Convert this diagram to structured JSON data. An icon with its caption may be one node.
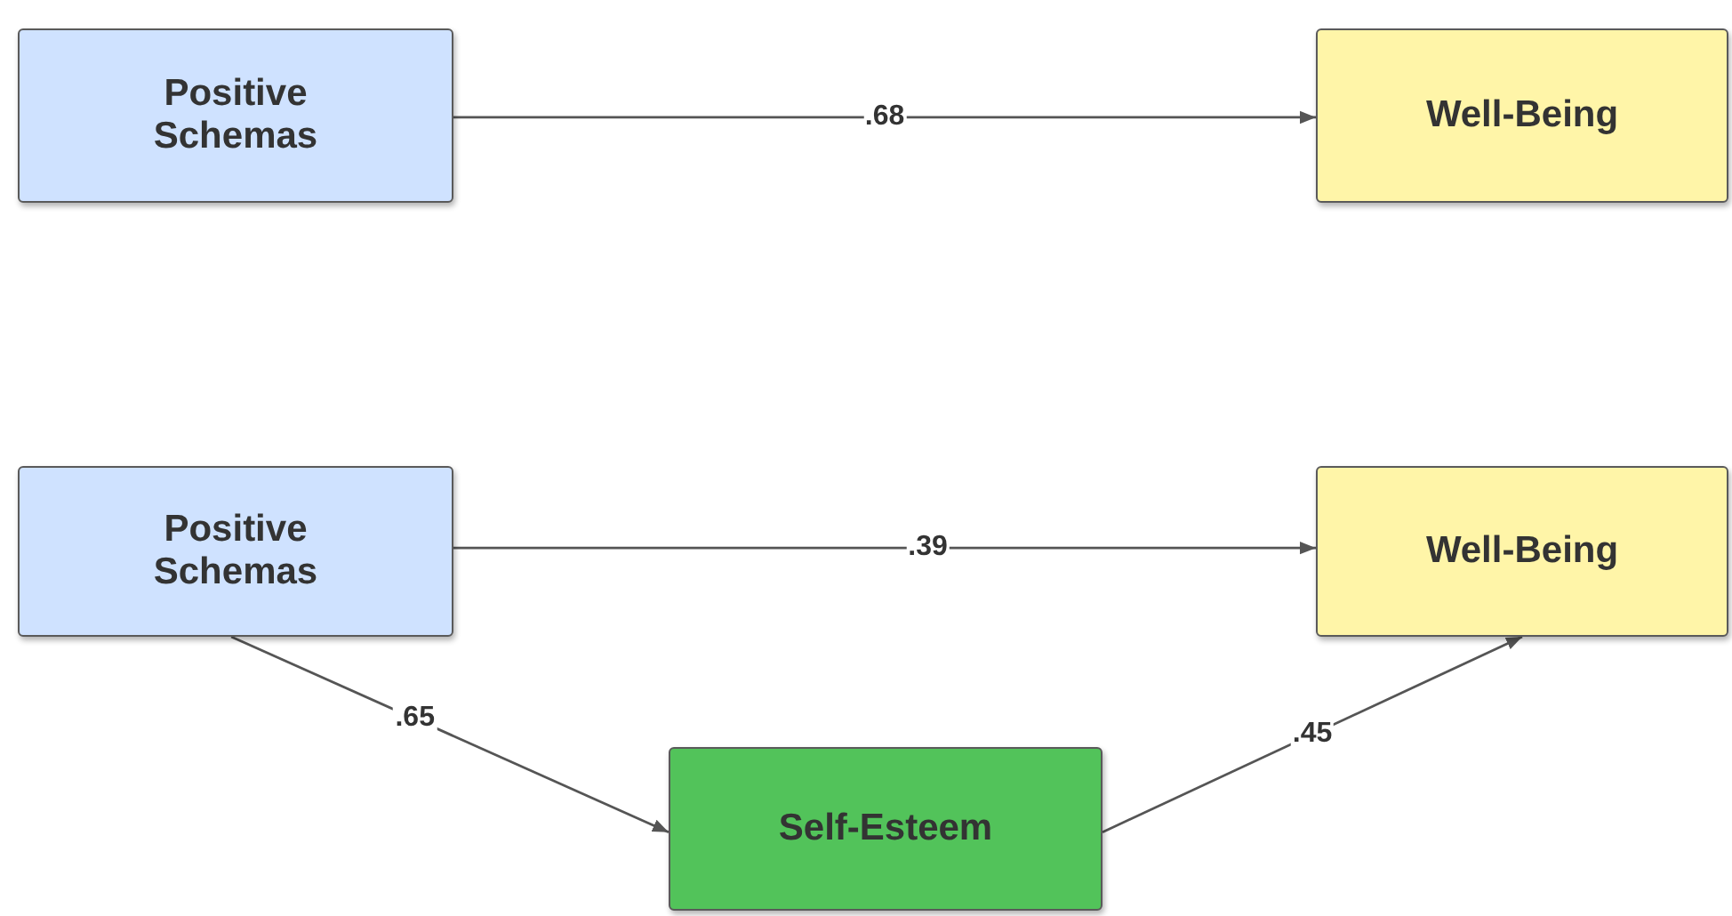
{
  "diagram": {
    "nodes": [
      {
        "text": [
          "Positive Schemas"
        ]
      },
      {
        "text": [
          "Well-Being"
        ]
      },
      {
        "text": [
          "Positive Schemas"
        ]
      },
      {
        "text": [
          "Well-Being"
        ]
      },
      {
        "text": [
          "Self-Esteem"
        ]
      }
    ],
    "edges": [
      {
        "from": 0,
        "to": 1,
        "arrow": "to",
        "label": ".68"
      },
      {
        "from": 2,
        "to": 3,
        "arrow": "to",
        "label": ".39"
      },
      {
        "from": 2,
        "to": 4,
        "arrow": "to",
        "label": ".65"
      },
      {
        "from": 4,
        "to": 3,
        "arrow": "to",
        "label": ".45"
      }
    ]
  }
}
